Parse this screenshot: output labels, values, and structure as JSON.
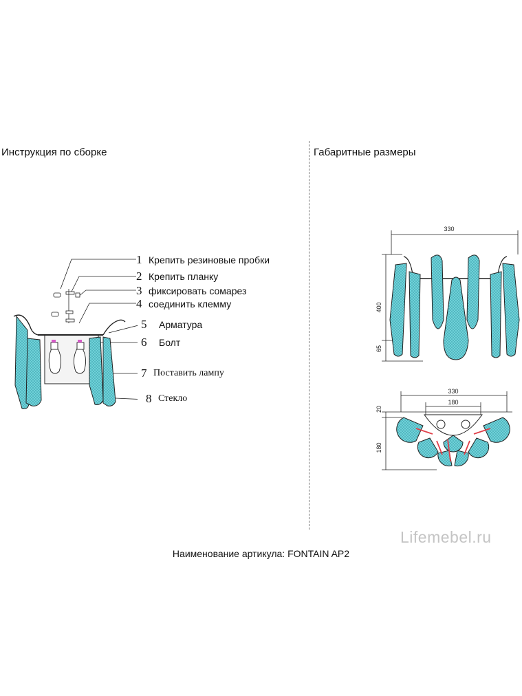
{
  "left_title": "Инструкция по сборке",
  "right_title": "Габаритные размеры",
  "steps": [
    {
      "num": "1",
      "text": "Крепить резиновые пробки"
    },
    {
      "num": "2",
      "text": "Крепить планку"
    },
    {
      "num": "3",
      "text": "фиксировать сомарез"
    },
    {
      "num": "4",
      "text": "соединить клемму"
    },
    {
      "num": "5",
      "text": "Арматура"
    },
    {
      "num": "6",
      "text": "Болт"
    },
    {
      "num": "7",
      "text": "Поставить лампу"
    },
    {
      "num": "8",
      "text": "Стекло"
    }
  ],
  "dimensions": {
    "front_width": "330",
    "height": "400",
    "lower": "65",
    "top_width": "330",
    "mount_width": "180",
    "offset": "20",
    "depth": "180"
  },
  "article_label": "Наименование артикула: FONTAIN AP2",
  "watermark": "Lifemebel.ru",
  "colors": {
    "glass": "#6fd1d8",
    "line": "#222222",
    "accent_red": "#e0404a",
    "accent_pink": "#d65ac8"
  }
}
